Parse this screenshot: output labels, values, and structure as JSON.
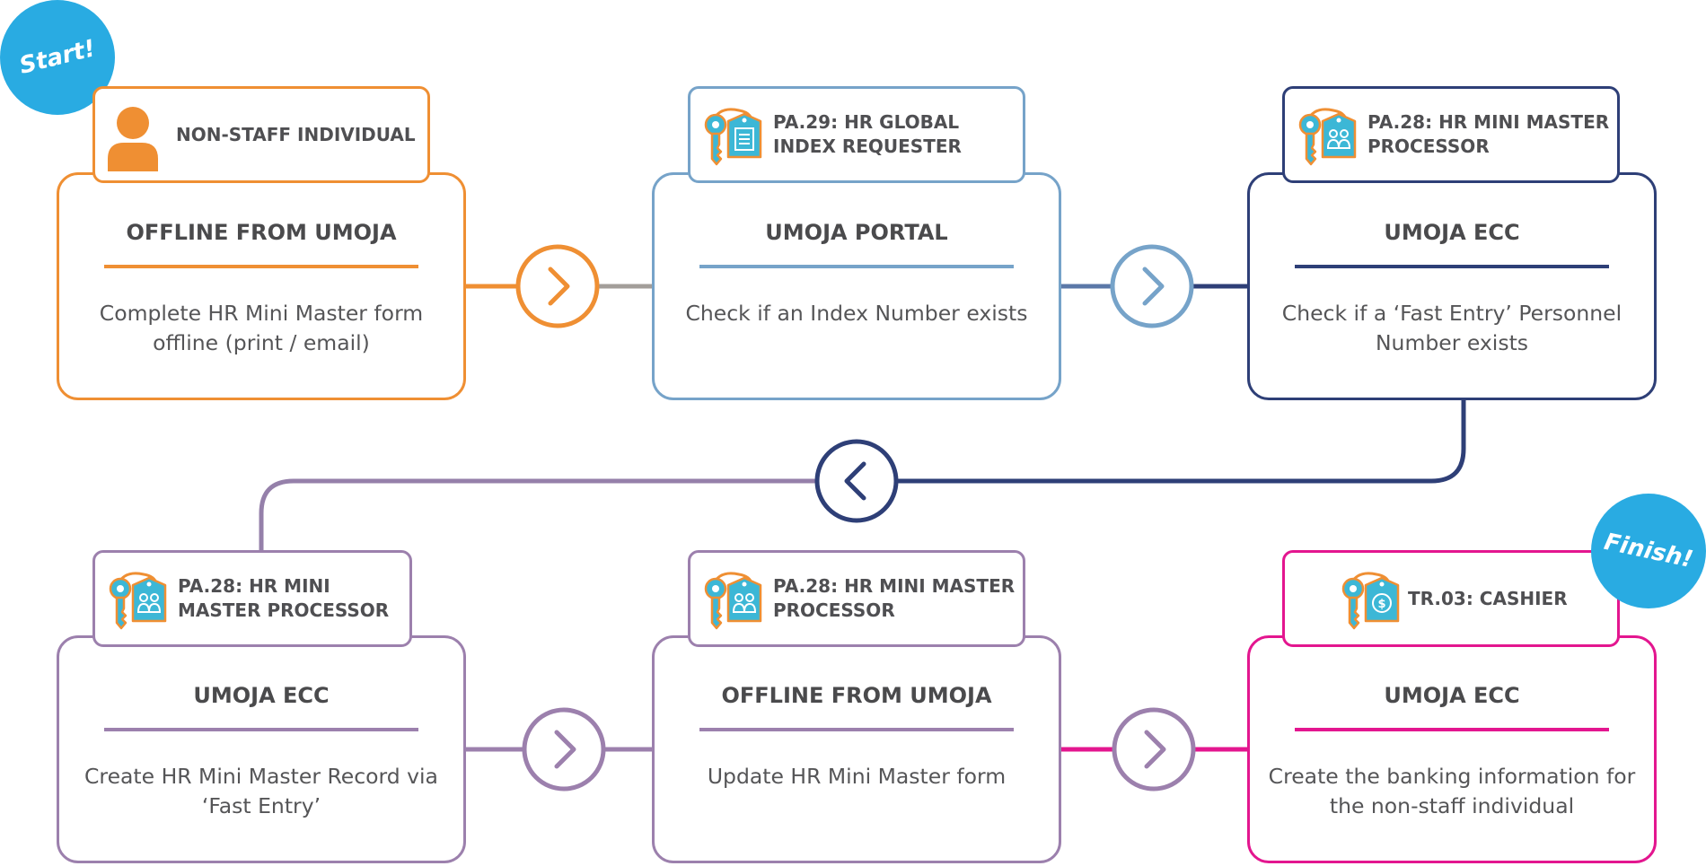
{
  "badges": {
    "start": "Start!",
    "finish": "Finish!"
  },
  "colors": {
    "orange": "#ef8f33",
    "light_blue": "#76a3c9",
    "navy": "#2e3f77",
    "purple": "#9c80ad",
    "magenta": "#e3168f",
    "badge_blue": "#29abe2",
    "icon_teal": "#3cb7d6"
  },
  "steps": [
    {
      "role": "NON-STAFF INDIVIDUAL",
      "role_icon": "person-icon",
      "system": "OFFLINE FROM UMOJA",
      "description": "Complete HR Mini Master form offline (print / email)"
    },
    {
      "role": "PA.29: HR GLOBAL INDEX REQUESTER",
      "role_icon": "key-document-icon",
      "system": "UMOJA PORTAL",
      "description": "Check if an Index Number exists"
    },
    {
      "role": "PA.28: HR MINI MASTER PROCESSOR",
      "role_icon": "key-people-icon",
      "system": "UMOJA ECC",
      "description": "Check if a ‘Fast Entry’ Personnel Number exists"
    },
    {
      "role": "PA.28: HR MINI MASTER PROCESSOR",
      "role_icon": "key-people-icon",
      "system": "UMOJA ECC",
      "description": "Create HR Mini Master Record via ‘Fast Entry’"
    },
    {
      "role": "PA.28: HR MINI MASTER PROCESSOR",
      "role_icon": "key-people-icon",
      "system": "OFFLINE FROM UMOJA",
      "description": "Update HR Mini Master form"
    },
    {
      "role": "TR.03: CASHIER",
      "role_icon": "key-dollar-icon",
      "system": "UMOJA ECC",
      "description": "Create the banking information for the non-staff individual"
    }
  ]
}
